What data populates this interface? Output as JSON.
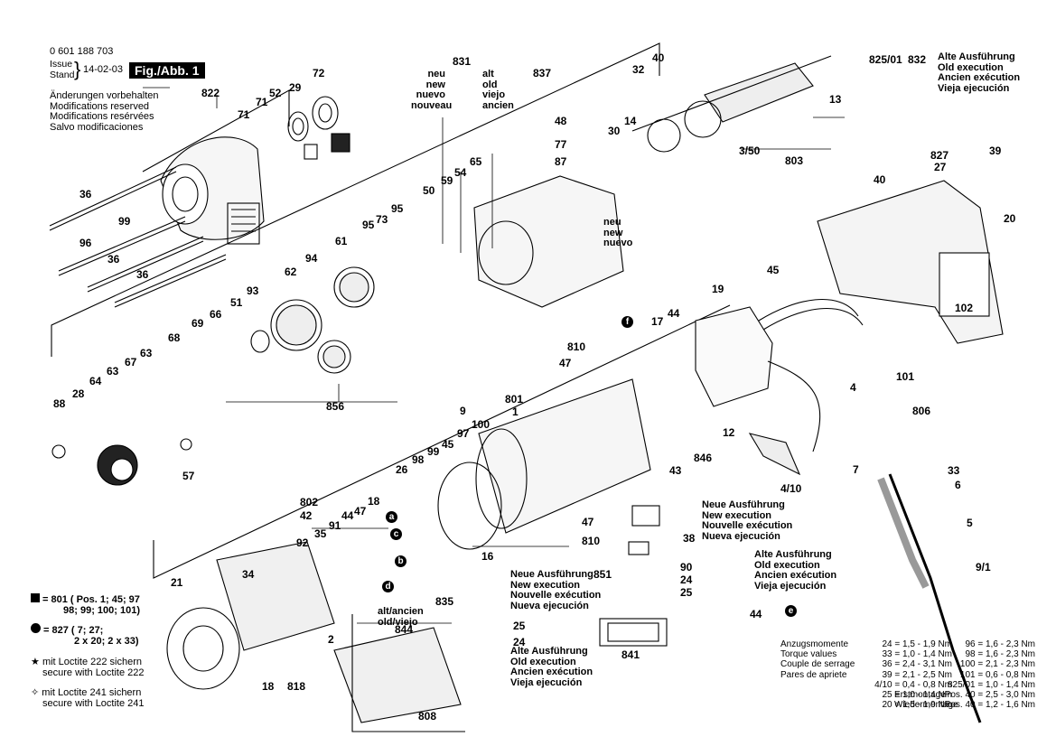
{
  "doc_number": "0 601 188 703",
  "issue_label": "Issue",
  "stand_label": "Stand",
  "issue_date": "14-02-03",
  "figure_label": "Fig./Abb. 1",
  "modifications": [
    "Änderungen vorbehalten",
    "Modifications reserved",
    "Modifications resérvées",
    "Salvo modificaciones"
  ],
  "part_numbers": [
    "822",
    "71",
    "71",
    "52",
    "29",
    "72",
    "831",
    "837",
    "32",
    "40",
    "825/01",
    "832",
    "36",
    "99",
    "96",
    "36",
    "36",
    "61",
    "95",
    "73",
    "95",
    "94",
    "62",
    "93",
    "51",
    "66",
    "69",
    "68",
    "63",
    "67",
    "63",
    "64",
    "88",
    "28",
    "57",
    "856",
    "48",
    "77",
    "87",
    "65",
    "54",
    "59",
    "50",
    "30",
    "14",
    "3/50",
    "803",
    "13",
    "827",
    "27",
    "39",
    "40",
    "20",
    "45",
    "102",
    "19",
    "44",
    "17",
    "810",
    "47",
    "801",
    "1",
    "100",
    "97",
    "45",
    "99",
    "98",
    "9",
    "26",
    "802",
    "42",
    "92",
    "35",
    "91",
    "44",
    "47",
    "18",
    "34",
    "21",
    "18",
    "818",
    "2",
    "844",
    "835",
    "808",
    "16",
    "47",
    "810",
    "38",
    "90",
    "24",
    "25",
    "851",
    "25",
    "24",
    "841",
    "44",
    "846",
    "43",
    "12",
    "4/10",
    "4",
    "101",
    "806",
    "7",
    "33",
    "6",
    "5",
    "9/1"
  ],
  "labels": {
    "neu_old": [
      "neu",
      "new",
      "nuevo",
      "nouveau"
    ],
    "alt_old": [
      "alt",
      "old",
      "viejo",
      "ancien"
    ],
    "neu_new": [
      "neu",
      "new",
      "nuevo"
    ],
    "alt_ancien": [
      "alt/ancien",
      "old/viejo"
    ],
    "old_exec_top": [
      "Alte Ausführung",
      "Old execution",
      "Ancien exécution",
      "Vieja ejecución"
    ],
    "new_exec_1": [
      "Neue Ausführung",
      "New execution",
      "Nouvelle exécution",
      "Nueva ejecución"
    ],
    "old_exec_mid": [
      "Alte Ausführung",
      "Old execution",
      "Ancien exécution",
      "Vieja ejecución"
    ],
    "new_exec_2": [
      "Neue Ausführung",
      "New execution",
      "Nouvelle exécution",
      "Nueva ejecución"
    ],
    "old_exec_bottom": [
      "Alte Ausführung",
      "Old execution",
      "Ancien exécution",
      "Vieja ejecución"
    ]
  },
  "legend": {
    "square": [
      "= 801 ( Pos. 1; 45; 97",
      "98; 99; 100; 101)"
    ],
    "circle": [
      "= 827 ( 7; 27;",
      "2 x 20; 2 x 33)"
    ],
    "star": [
      "mit Loctite 222 sichern",
      "secure with Loctite 222"
    ],
    "star_outline": [
      "mit Loctite 241 sichern",
      "secure with Loctite 241"
    ]
  },
  "torque": {
    "headers": [
      "Anzugsmomente",
      "Torque values",
      "Couple de serrage",
      "Pares de apriete"
    ],
    "col2": [
      "24 = 1,5 - 1,9 Nm",
      "33 = 1,0 - 1,4 Nm",
      "36 = 2,4 - 3,1 Nm",
      "39 = 2,1 - 2,5 Nm",
      "4/10 = 0,4 - 0,8 Nm",
      "25 = 1,0 - 1,4 Nm",
      "20 = 1,5 - 1,9 Nm"
    ],
    "col3": [
      "96 = 1,6 - 2,3 Nm",
      "98 = 1,6 - 2,3 Nm",
      "100 = 2,1 - 2,3 Nm",
      "101 = 0,6 - 0,8 Nm",
      "825/01 = 1,0 - 1,4 Nm",
      "Pos. 40 = 2,5 - 3,0 Nm",
      "Pos. 40 = 1,2 - 1,6 Nm"
    ],
    "erst": "Erstmontage",
    "wieder": "Wiedermontage"
  },
  "callout_letters": [
    "a",
    "b",
    "c",
    "d",
    "e",
    "f"
  ]
}
